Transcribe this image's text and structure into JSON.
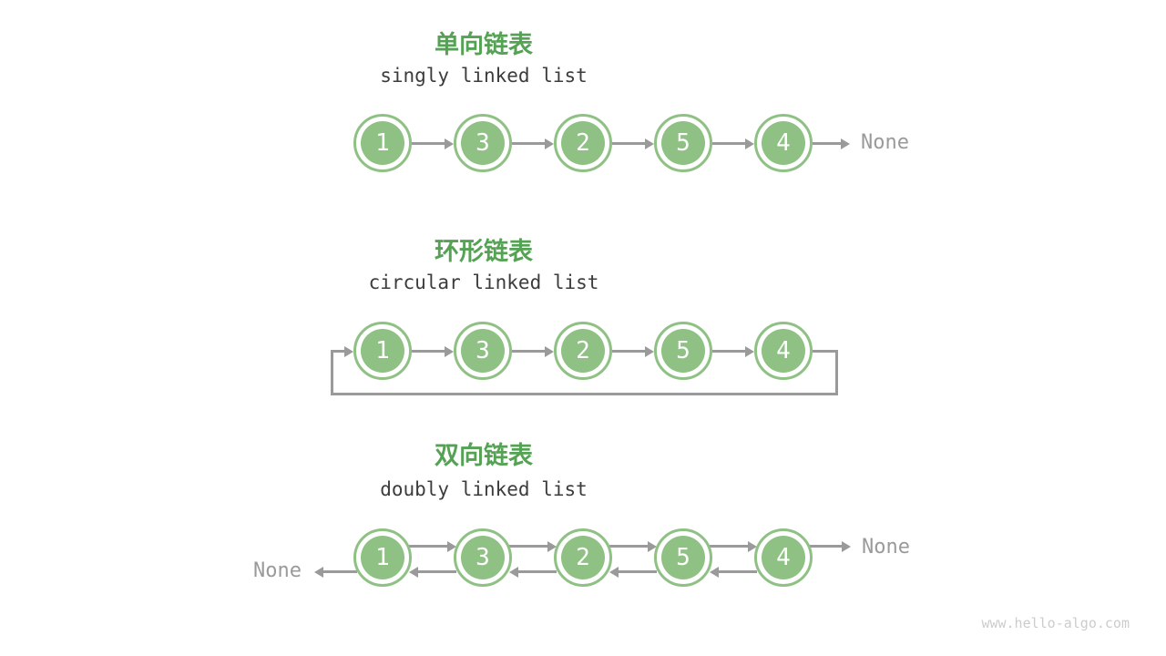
{
  "colors": {
    "accent_green": "#55a255",
    "node_green": "#8ec183",
    "line_gray": "#9a9a9a",
    "text_dark": "#3c3c3c",
    "none_gray": "#9a9a9a",
    "watermark_gray": "#cccccc"
  },
  "sections": [
    {
      "title_zh": "单向链表",
      "title_en": "singly linked list",
      "nodes": [
        "1",
        "3",
        "2",
        "5",
        "4"
      ],
      "tail_label": "None"
    },
    {
      "title_zh": "环形链表",
      "title_en": "circular linked list",
      "nodes": [
        "1",
        "3",
        "2",
        "5",
        "4"
      ]
    },
    {
      "title_zh": "双向链表",
      "title_en": "doubly linked list",
      "nodes": [
        "1",
        "3",
        "2",
        "5",
        "4"
      ],
      "head_label": "None",
      "tail_label": "None"
    }
  ],
  "watermark": "www.hello-algo.com"
}
